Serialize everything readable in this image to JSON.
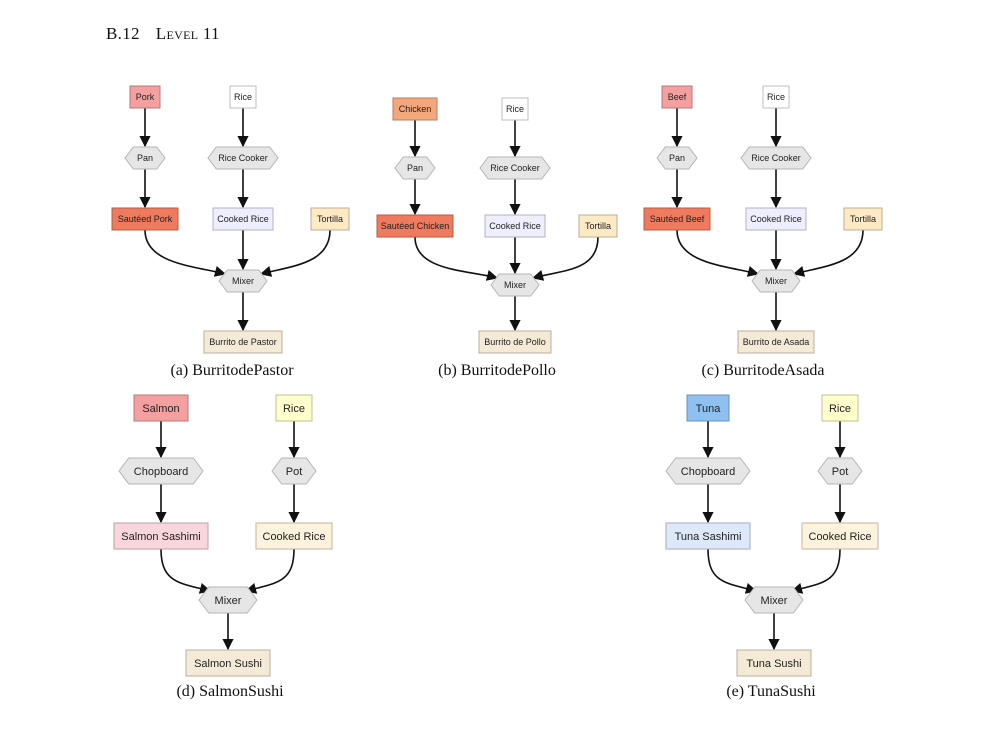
{
  "heading": {
    "number": "B.12",
    "title": "Level 11"
  },
  "colors": {
    "meat_red": "#f4a0a0",
    "chicken_orange": "#f4a67c",
    "cooked_meat": "#ef7a5e",
    "tool_gray": "#e6e6e6",
    "rice_white": "#ffffff",
    "rice_yellow": "#ffffcc",
    "cooked_rice_lavender": "#eeeeff",
    "cooked_rice_cream": "#fdf3dc",
    "tortilla": "#fde9c4",
    "final_dish": "#f5ead6",
    "sashimi_pink": "#f9d6dc",
    "tuna_blue": "#8ec1f2",
    "sashimi_blue": "#dce9fb"
  },
  "diagrams": [
    {
      "id": "burrito-de-pastor",
      "caption": "(a) BurritodePastor",
      "nodes": [
        {
          "id": "pork",
          "label": "Pork",
          "shape": "rect",
          "color": "meat_red"
        },
        {
          "id": "rice",
          "label": "Rice",
          "shape": "rect",
          "color": "rice_white"
        },
        {
          "id": "pan",
          "label": "Pan",
          "shape": "hex",
          "color": "tool_gray"
        },
        {
          "id": "rice-cooker",
          "label": "Rice Cooker",
          "shape": "hex",
          "color": "tool_gray"
        },
        {
          "id": "sauteed-pork",
          "label": "Sautéed Pork",
          "shape": "rect",
          "color": "cooked_meat"
        },
        {
          "id": "cooked-rice",
          "label": "Cooked Rice",
          "shape": "rect",
          "color": "cooked_rice_lavender"
        },
        {
          "id": "tortilla",
          "label": "Tortilla",
          "shape": "rect",
          "color": "tortilla"
        },
        {
          "id": "mixer",
          "label": "Mixer",
          "shape": "hex",
          "color": "tool_gray"
        },
        {
          "id": "burrito",
          "label": "Burrito de Pastor",
          "shape": "rect",
          "color": "final_dish"
        }
      ],
      "edges": [
        [
          "pork",
          "pan"
        ],
        [
          "pan",
          "sauteed-pork"
        ],
        [
          "rice",
          "rice-cooker"
        ],
        [
          "rice-cooker",
          "cooked-rice"
        ],
        [
          "sauteed-pork",
          "mixer"
        ],
        [
          "cooked-rice",
          "mixer"
        ],
        [
          "tortilla",
          "mixer"
        ],
        [
          "mixer",
          "burrito"
        ]
      ]
    },
    {
      "id": "burrito-de-pollo",
      "caption": "(b) BurritodePollo",
      "nodes": [
        {
          "id": "chicken",
          "label": "Chicken",
          "shape": "rect",
          "color": "chicken_orange"
        },
        {
          "id": "rice",
          "label": "Rice",
          "shape": "rect",
          "color": "rice_white"
        },
        {
          "id": "pan",
          "label": "Pan",
          "shape": "hex",
          "color": "tool_gray"
        },
        {
          "id": "rice-cooker",
          "label": "Rice Cooker",
          "shape": "hex",
          "color": "tool_gray"
        },
        {
          "id": "sauteed-chicken",
          "label": "Sautéed Chicken",
          "shape": "rect",
          "color": "cooked_meat"
        },
        {
          "id": "cooked-rice",
          "label": "Cooked Rice",
          "shape": "rect",
          "color": "cooked_rice_lavender"
        },
        {
          "id": "tortilla",
          "label": "Tortilla",
          "shape": "rect",
          "color": "tortilla"
        },
        {
          "id": "mixer",
          "label": "Mixer",
          "shape": "hex",
          "color": "tool_gray"
        },
        {
          "id": "burrito",
          "label": "Burrito de Pollo",
          "shape": "rect",
          "color": "final_dish"
        }
      ],
      "edges": [
        [
          "chicken",
          "pan"
        ],
        [
          "pan",
          "sauteed-chicken"
        ],
        [
          "rice",
          "rice-cooker"
        ],
        [
          "rice-cooker",
          "cooked-rice"
        ],
        [
          "sauteed-chicken",
          "mixer"
        ],
        [
          "cooked-rice",
          "mixer"
        ],
        [
          "tortilla",
          "mixer"
        ],
        [
          "mixer",
          "burrito"
        ]
      ]
    },
    {
      "id": "burrito-de-asada",
      "caption": "(c) BurritodeAsada",
      "nodes": [
        {
          "id": "beef",
          "label": "Beef",
          "shape": "rect",
          "color": "meat_red"
        },
        {
          "id": "rice",
          "label": "Rice",
          "shape": "rect",
          "color": "rice_white"
        },
        {
          "id": "pan",
          "label": "Pan",
          "shape": "hex",
          "color": "tool_gray"
        },
        {
          "id": "rice-cooker",
          "label": "Rice Cooker",
          "shape": "hex",
          "color": "tool_gray"
        },
        {
          "id": "sauteed-beef",
          "label": "Sautéed Beef",
          "shape": "rect",
          "color": "cooked_meat"
        },
        {
          "id": "cooked-rice",
          "label": "Cooked Rice",
          "shape": "rect",
          "color": "cooked_rice_lavender"
        },
        {
          "id": "tortilla",
          "label": "Tortilla",
          "shape": "rect",
          "color": "tortilla"
        },
        {
          "id": "mixer",
          "label": "Mixer",
          "shape": "hex",
          "color": "tool_gray"
        },
        {
          "id": "burrito",
          "label": "Burrito de Asada",
          "shape": "rect",
          "color": "final_dish"
        }
      ],
      "edges": [
        [
          "beef",
          "pan"
        ],
        [
          "pan",
          "sauteed-beef"
        ],
        [
          "rice",
          "rice-cooker"
        ],
        [
          "rice-cooker",
          "cooked-rice"
        ],
        [
          "sauteed-beef",
          "mixer"
        ],
        [
          "cooked-rice",
          "mixer"
        ],
        [
          "tortilla",
          "mixer"
        ],
        [
          "mixer",
          "burrito"
        ]
      ]
    },
    {
      "id": "salmon-sushi",
      "caption": "(d) SalmonSushi",
      "nodes": [
        {
          "id": "salmon",
          "label": "Salmon",
          "shape": "rect",
          "color": "meat_red"
        },
        {
          "id": "rice",
          "label": "Rice",
          "shape": "rect",
          "color": "rice_yellow"
        },
        {
          "id": "chopboard",
          "label": "Chopboard",
          "shape": "hex",
          "color": "tool_gray"
        },
        {
          "id": "pot",
          "label": "Pot",
          "shape": "hex",
          "color": "tool_gray"
        },
        {
          "id": "salmon-sashimi",
          "label": "Salmon Sashimi",
          "shape": "rect",
          "color": "sashimi_pink"
        },
        {
          "id": "cooked-rice",
          "label": "Cooked Rice",
          "shape": "rect",
          "color": "cooked_rice_cream"
        },
        {
          "id": "mixer",
          "label": "Mixer",
          "shape": "hex",
          "color": "tool_gray"
        },
        {
          "id": "sushi",
          "label": "Salmon Sushi",
          "shape": "rect",
          "color": "final_dish"
        }
      ],
      "edges": [
        [
          "salmon",
          "chopboard"
        ],
        [
          "chopboard",
          "salmon-sashimi"
        ],
        [
          "rice",
          "pot"
        ],
        [
          "pot",
          "cooked-rice"
        ],
        [
          "salmon-sashimi",
          "mixer"
        ],
        [
          "cooked-rice",
          "mixer"
        ],
        [
          "mixer",
          "sushi"
        ]
      ]
    },
    {
      "id": "tuna-sushi",
      "caption": "(e) TunaSushi",
      "nodes": [
        {
          "id": "tuna",
          "label": "Tuna",
          "shape": "rect",
          "color": "tuna_blue"
        },
        {
          "id": "rice",
          "label": "Rice",
          "shape": "rect",
          "color": "rice_yellow"
        },
        {
          "id": "chopboard",
          "label": "Chopboard",
          "shape": "hex",
          "color": "tool_gray"
        },
        {
          "id": "pot",
          "label": "Pot",
          "shape": "hex",
          "color": "tool_gray"
        },
        {
          "id": "tuna-sashimi",
          "label": "Tuna Sashimi",
          "shape": "rect",
          "color": "sashimi_blue"
        },
        {
          "id": "cooked-rice",
          "label": "Cooked Rice",
          "shape": "rect",
          "color": "cooked_rice_cream"
        },
        {
          "id": "mixer",
          "label": "Mixer",
          "shape": "hex",
          "color": "tool_gray"
        },
        {
          "id": "sushi",
          "label": "Tuna Sushi",
          "shape": "rect",
          "color": "final_dish"
        }
      ],
      "edges": [
        [
          "tuna",
          "chopboard"
        ],
        [
          "chopboard",
          "tuna-sashimi"
        ],
        [
          "rice",
          "pot"
        ],
        [
          "pot",
          "cooked-rice"
        ],
        [
          "tuna-sashimi",
          "mixer"
        ],
        [
          "cooked-rice",
          "mixer"
        ],
        [
          "mixer",
          "sushi"
        ]
      ]
    }
  ]
}
